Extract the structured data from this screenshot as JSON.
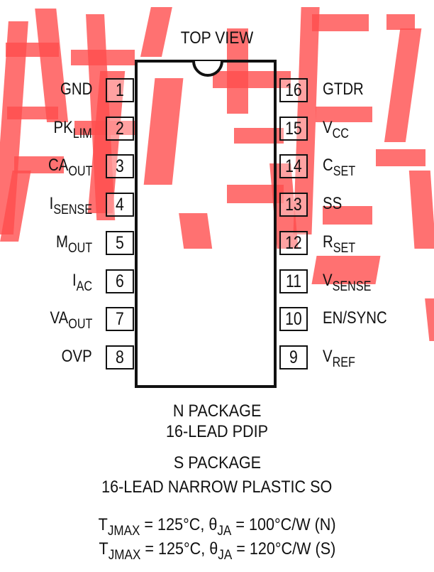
{
  "view_title": "TOP VIEW",
  "pins_left": [
    {
      "number": "1",
      "name": "GND",
      "sub": ""
    },
    {
      "number": "2",
      "name": "PK",
      "sub": "LIM"
    },
    {
      "number": "3",
      "name": "CA",
      "sub": "OUT"
    },
    {
      "number": "4",
      "name": "I",
      "sub": "SENSE"
    },
    {
      "number": "5",
      "name": "M",
      "sub": "OUT"
    },
    {
      "number": "6",
      "name": "I",
      "sub": "AC"
    },
    {
      "number": "7",
      "name": "VA",
      "sub": "OUT"
    },
    {
      "number": "8",
      "name": "OVP",
      "sub": ""
    }
  ],
  "pins_right": [
    {
      "number": "16",
      "name": "GTDR",
      "sub": ""
    },
    {
      "number": "15",
      "name": "V",
      "sub": "CC"
    },
    {
      "number": "14",
      "name": "C",
      "sub": "SET"
    },
    {
      "number": "13",
      "name": "SS",
      "sub": ""
    },
    {
      "number": "12",
      "name": "R",
      "sub": "SET"
    },
    {
      "number": "11",
      "name": "V",
      "sub": "SENSE"
    },
    {
      "number": "10",
      "name": "EN/SYNC",
      "sub": ""
    },
    {
      "number": "9",
      "name": "V",
      "sub": "REF"
    }
  ],
  "package_n": {
    "line1": "N PACKAGE",
    "line2": "16-LEAD PDIP"
  },
  "package_s": {
    "line1": "S PACKAGE",
    "line2": "16-LEAD NARROW PLASTIC SO"
  },
  "thermal": [
    {
      "t_sym": "T",
      "t_sub": "JMAX",
      "t_val": " = 125°C, ",
      "theta_sym": "θ",
      "theta_sub": "JA",
      "theta_val": " = 100°C/W (N)"
    },
    {
      "t_sym": "T",
      "t_sub": "JMAX",
      "t_val": " = 125°C, ",
      "theta_sym": "θ",
      "theta_sub": "JA",
      "theta_val": " = 120°C/W (S)"
    }
  ],
  "watermark_text": "示示意图片库",
  "colors": {
    "watermark": "#ff4d4d",
    "ink": "#111111",
    "background": "#ffffff"
  }
}
